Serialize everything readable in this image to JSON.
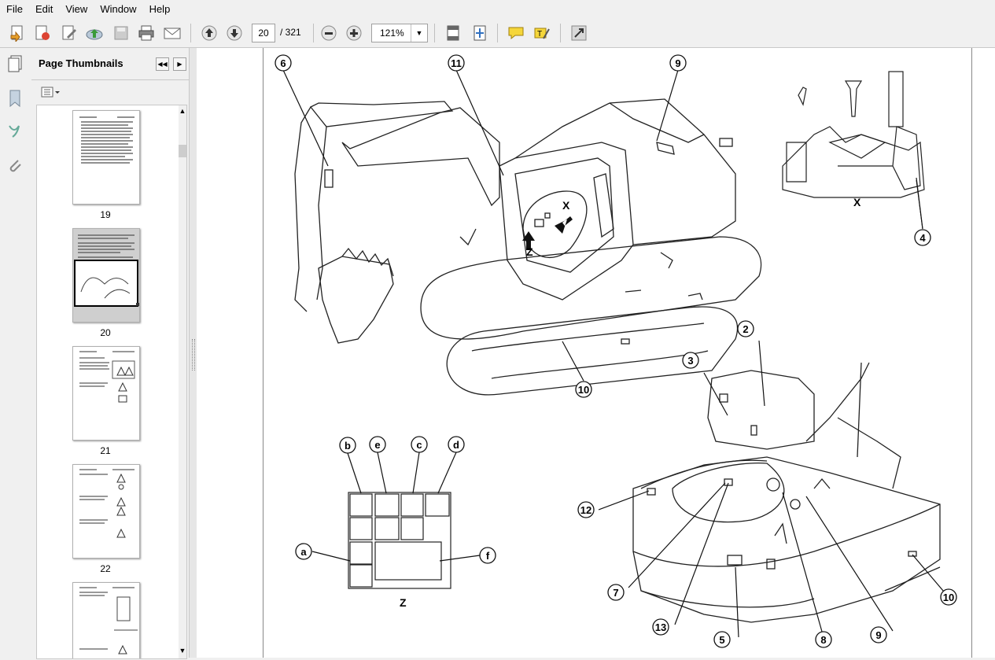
{
  "menu": [
    "File",
    "Edit",
    "View",
    "Window",
    "Help"
  ],
  "toolbar": {
    "current_page": "20",
    "total_pages": "/ 321",
    "zoom": "121%"
  },
  "panel": {
    "title": "Page Thumbnails"
  },
  "thumbnails": [
    {
      "label": "19"
    },
    {
      "label": "20"
    },
    {
      "label": "21"
    },
    {
      "label": "22"
    }
  ],
  "diagram": {
    "callouts_main": [
      "6",
      "11",
      "9",
      "10"
    ],
    "view_x_label": "X",
    "view_x_callout": "4",
    "view_z_label": "Z",
    "arrow_label_x": "X",
    "arrow_label_z": "Z",
    "z_callouts": [
      "b",
      "e",
      "c",
      "d",
      "a",
      "f"
    ],
    "rear_callouts": [
      "2",
      "3",
      "12",
      "7",
      "13",
      "5",
      "8",
      "9",
      "10"
    ]
  }
}
